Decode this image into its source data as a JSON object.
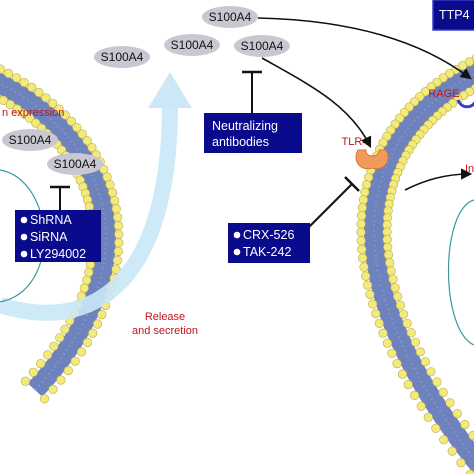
{
  "labels": {
    "s100a4": "S100A4",
    "expression": "n expression",
    "release_line1": "Release",
    "release_line2": "and secretion",
    "tlr4": "TLR4",
    "rage": "RAGE",
    "intracellular_partial": "In",
    "ttp_partial": "TTP4"
  },
  "boxes": {
    "neutralizing": {
      "lines": [
        "Neutralizing",
        "antibodies"
      ]
    },
    "knockdown": {
      "items": [
        "ShRNA",
        "SiRNA",
        "LY294002"
      ]
    },
    "tlr4_inhibitors": {
      "items": [
        "CRX-526",
        "TAK-242"
      ]
    }
  },
  "colors": {
    "box_fill": "#0a0a8c",
    "oval_fill": "#c8c8d2",
    "red_text": "#c0141c",
    "lipid_head": "#f4ea7c",
    "membrane_core": "#6e82bd",
    "release_arrow": "#c9e7f7",
    "receptor": "#f29a5c"
  }
}
